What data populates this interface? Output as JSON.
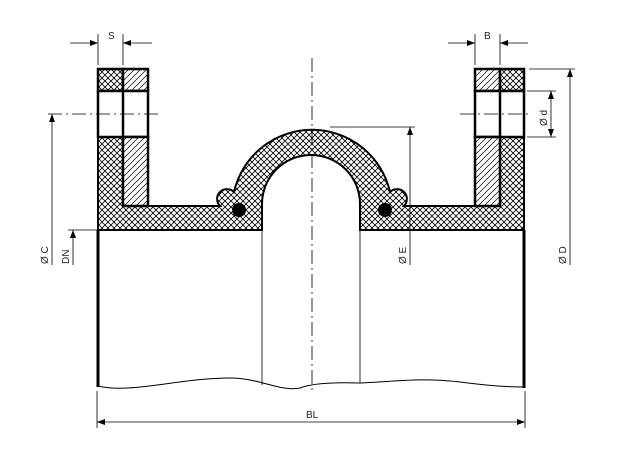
{
  "drawing": {
    "labels": {
      "s": "S",
      "b": "B",
      "phi_c": "Ø C",
      "dn": "DN",
      "phi_e": "Ø E",
      "phi_d_small": "Ø d",
      "phi_d_large": "Ø D",
      "bl": "BL"
    },
    "colors": {
      "line": "#000000",
      "background": "#ffffff"
    }
  }
}
